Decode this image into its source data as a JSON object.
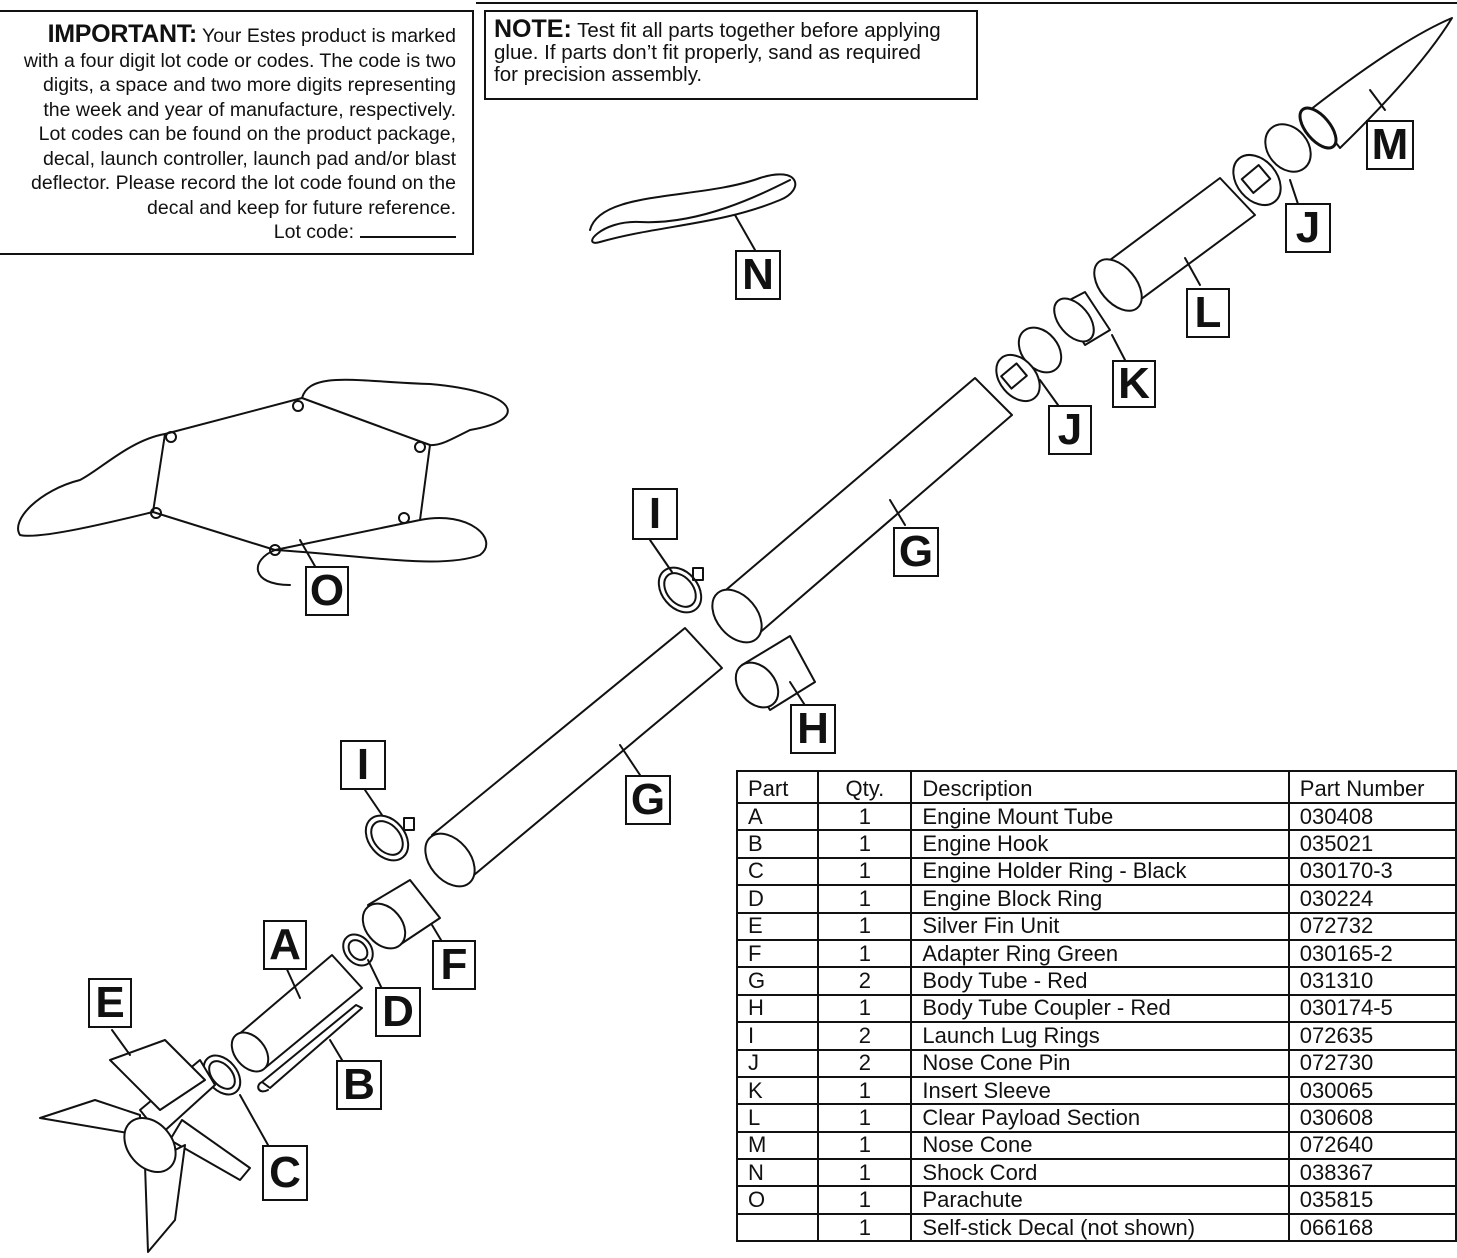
{
  "important": {
    "heading": "IMPORTANT:",
    "lines": [
      "Your Estes product is marked",
      "with a four digit lot code or codes. The code is two",
      "digits, a space and two more digits representing",
      "the week and year of manufacture, respectively.",
      "Lot codes can be found on the product package,",
      "decal, launch controller, launch pad and/or blast",
      "deflector. Please record the lot code found on the",
      "decal and keep for future reference."
    ],
    "lot_code_label": "Lot code:"
  },
  "note": {
    "heading": "NOTE:",
    "lines": [
      "Test fit all parts together before applying",
      "glue. If parts don’t fit properly, sand as required",
      "for precision assembly."
    ]
  },
  "labels": {
    "A": "A",
    "B": "B",
    "C": "C",
    "D": "D",
    "E": "E",
    "F": "F",
    "G": "G",
    "H": "H",
    "I": "I",
    "J": "J",
    "K": "K",
    "L": "L",
    "M": "M",
    "N": "N",
    "O": "O"
  },
  "table": {
    "headers": [
      "Part",
      "Qty.",
      "Description",
      "Part Number"
    ],
    "rows": [
      [
        "A",
        "1",
        "Engine Mount Tube",
        "030408"
      ],
      [
        "B",
        "1",
        "Engine Hook",
        "035021"
      ],
      [
        "C",
        "1",
        "Engine Holder Ring - Black",
        "030170-3"
      ],
      [
        "D",
        "1",
        "Engine Block Ring",
        "030224"
      ],
      [
        "E",
        "1",
        "Silver Fin Unit",
        "072732"
      ],
      [
        "F",
        "1",
        "Adapter Ring Green",
        "030165-2"
      ],
      [
        "G",
        "2",
        "Body Tube - Red",
        "031310"
      ],
      [
        "H",
        "1",
        "Body Tube Coupler - Red",
        "030174-5"
      ],
      [
        "I",
        "2",
        "Launch Lug Rings",
        "072635"
      ],
      [
        "J",
        "2",
        "Nose Cone Pin",
        "072730"
      ],
      [
        "K",
        "1",
        "Insert Sleeve",
        "030065"
      ],
      [
        "L",
        "1",
        "Clear Payload Section",
        "030608"
      ],
      [
        "M",
        "1",
        "Nose Cone",
        "072640"
      ],
      [
        "N",
        "1",
        "Shock Cord",
        "038367"
      ],
      [
        "O",
        "1",
        "Parachute",
        "035815"
      ],
      [
        "",
        "1",
        "Self-stick Decal (not shown)",
        "066168"
      ]
    ]
  }
}
